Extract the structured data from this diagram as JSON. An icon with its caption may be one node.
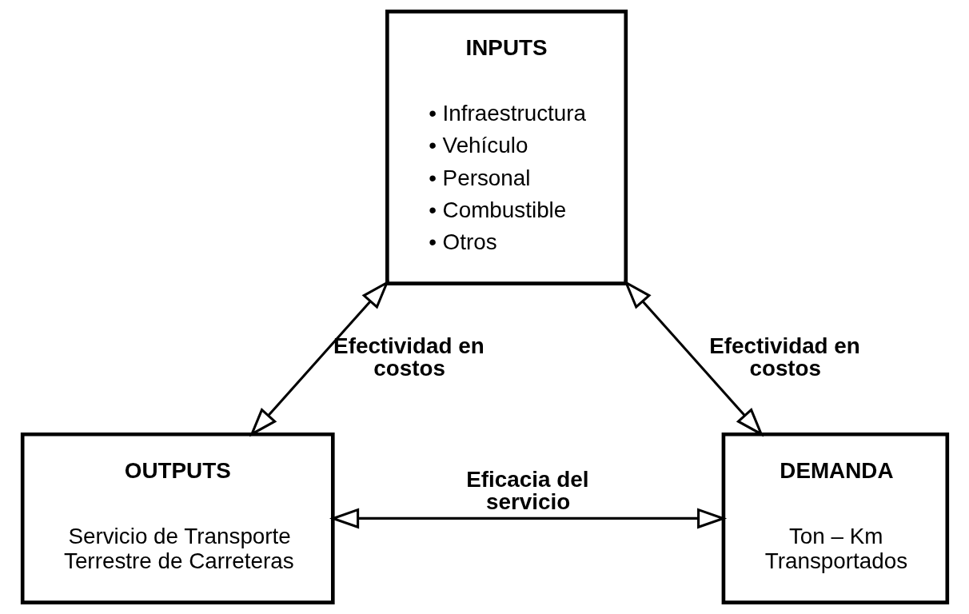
{
  "diagram": {
    "nodes": [
      {
        "text": [
          "INPUTS",
          "• Infraestructura",
          "• Vehículo",
          "• Personal",
          "• Combustible",
          "• Otros"
        ]
      },
      {
        "text": [
          "OUTPUTS",
          "Servicio de Transporte Terrestre de Carreteras"
        ]
      },
      {
        "text": [
          "DEMANDA",
          "Ton – Km Transportados"
        ]
      }
    ],
    "edges": [
      {
        "from": 0,
        "to": 1,
        "arrow": "both",
        "label": "Efectividad en costos"
      },
      {
        "from": 0,
        "to": 2,
        "arrow": "both",
        "label": "Efectividad en costos"
      },
      {
        "from": 1,
        "to": 2,
        "arrow": "both",
        "label": "Eficacia del servicio"
      }
    ]
  }
}
